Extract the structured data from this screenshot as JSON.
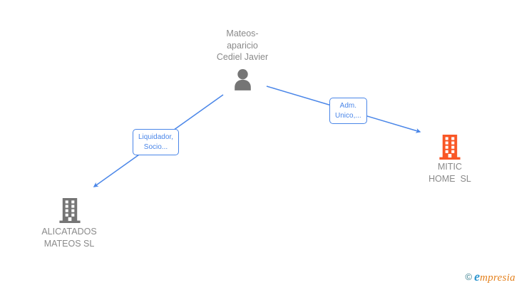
{
  "diagram": {
    "person": {
      "name": "Mateos-\naparicio\nCediel Javier"
    },
    "companies": [
      {
        "id": "alicatados-mateos-sl",
        "name": "ALICATADOS\nMATEOS SL",
        "icon": "building-icon",
        "icon_color": "#757575"
      },
      {
        "id": "mitic-home-sl",
        "name": "MITIC\nHOME  SL",
        "icon": "building-icon",
        "icon_color": "#f95726"
      }
    ],
    "edges": [
      {
        "from": "person",
        "to": "alicatados-mateos-sl",
        "label": "Liquidador,\nSocio..."
      },
      {
        "from": "person",
        "to": "mitic-home-sl",
        "label": "Adm.\nUnico,..."
      }
    ],
    "colors": {
      "edge_blue": "#4a86e8",
      "text_gray": "#8a8a8a",
      "icon_gray": "#757575",
      "building_orange": "#f95726"
    }
  },
  "watermark": {
    "copyright": "©",
    "logo_e": "e",
    "logo_rest": "mpresia"
  }
}
